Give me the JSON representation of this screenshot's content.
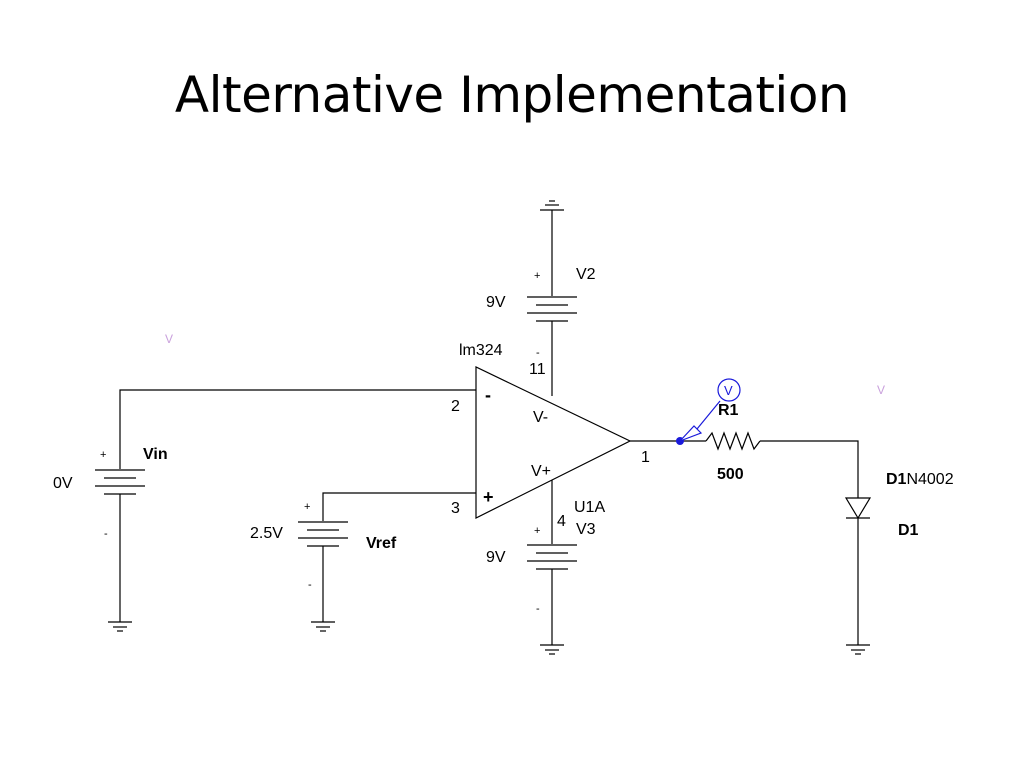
{
  "slide": {
    "title": "Alternative Implementation"
  },
  "schematic": {
    "opamp": {
      "part": "lm324",
      "ref": "U1A",
      "inverting_pin": "2",
      "noninverting_pin": "3",
      "output_pin": "1",
      "vneg_pin": "11",
      "vpos_pin": "4",
      "inverting_sign": "-",
      "noninverting_sign": "+",
      "vneg_label": "V-",
      "vpos_label": "V+"
    },
    "vin": {
      "name": "Vin",
      "value": "0V",
      "plus": "+",
      "minus": "-"
    },
    "vref": {
      "name": "Vref",
      "value": "2.5V",
      "plus": "+",
      "minus": "-"
    },
    "v2": {
      "name": "V2",
      "value": "9V",
      "plus": "+",
      "minus": "-"
    },
    "v3": {
      "name": "V3",
      "value": "9V",
      "plus": "+",
      "minus": "-"
    },
    "r1": {
      "name": "R1",
      "value": "500"
    },
    "d1": {
      "model_bold": "D1",
      "model_rest": "N4002",
      "name": "D1"
    },
    "probe": {
      "symbol": "V",
      "ghost_left": "V",
      "ghost_right": "V"
    },
    "colors": {
      "wire": "#000000",
      "probe": "#1a1adb",
      "probe_ghost": "#c9a0dc"
    }
  }
}
